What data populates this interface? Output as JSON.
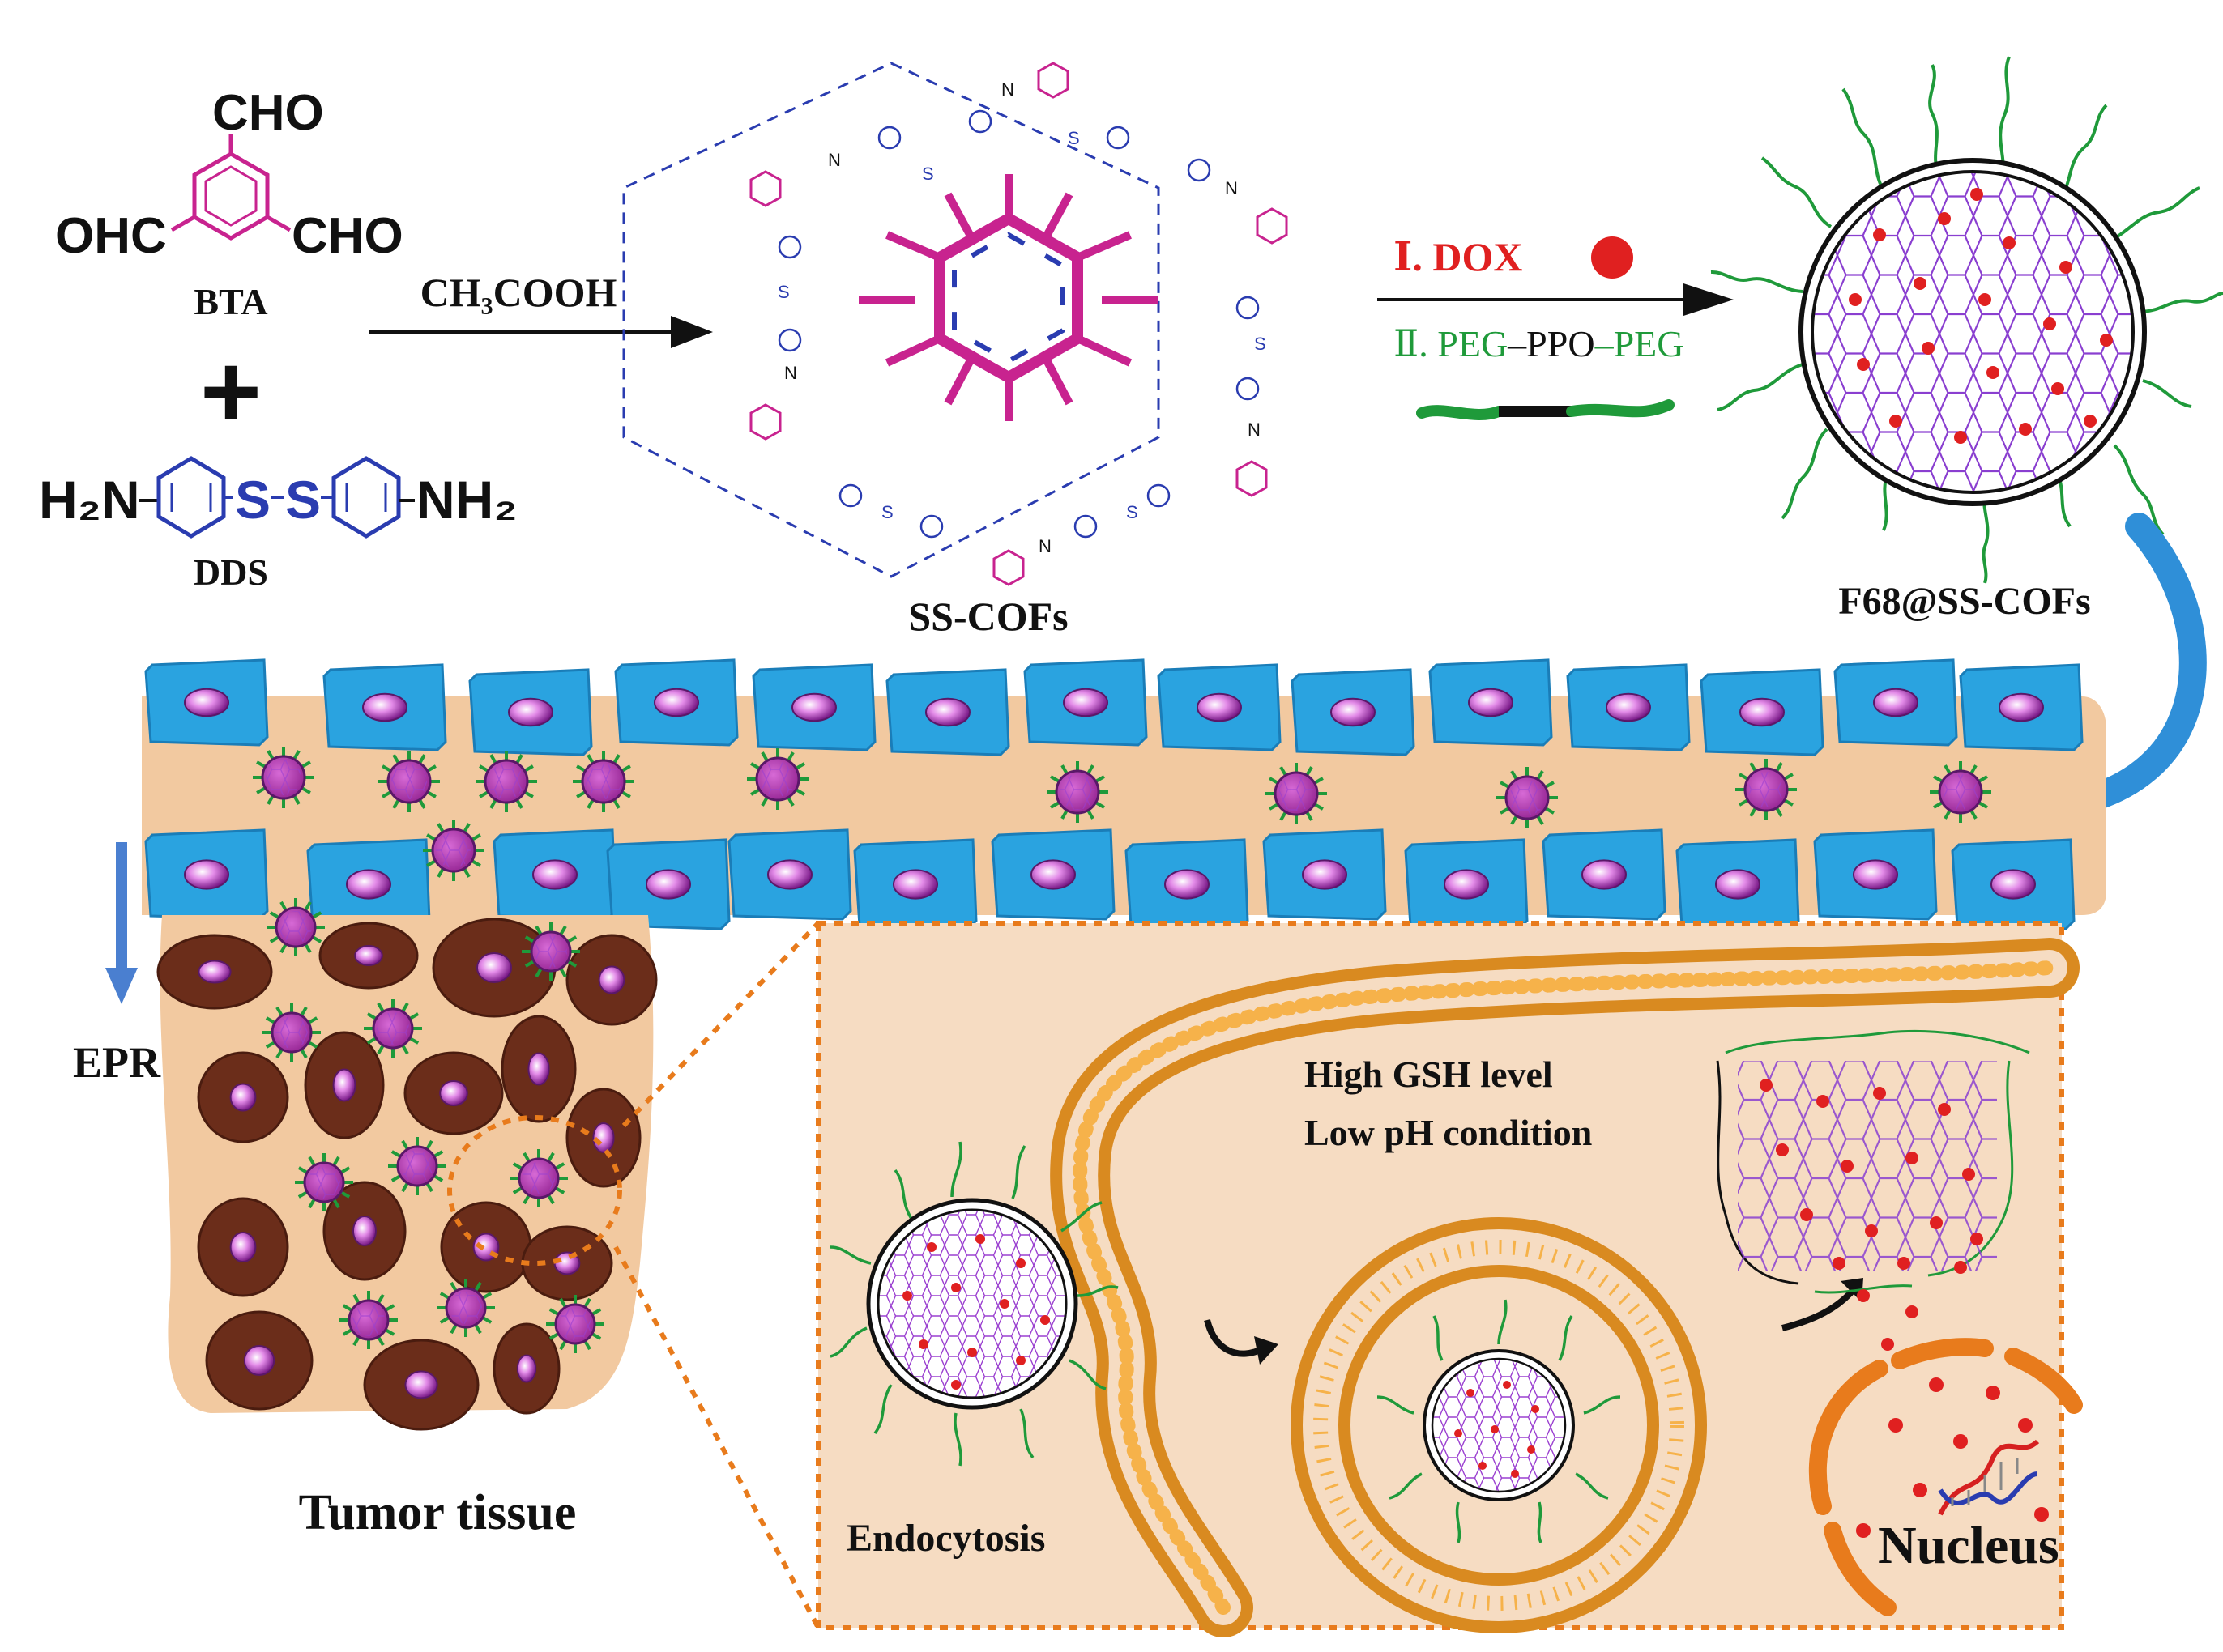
{
  "synthesis": {
    "bta": {
      "cho_top": "CHO",
      "ohc_left": "OHC",
      "cho_right": "CHO",
      "name": "BTA"
    },
    "plus": "+",
    "dds": {
      "h2n": "H₂N",
      "s1": "S",
      "s2": "S",
      "nh2": "NH₂",
      "name": "DDS"
    },
    "reagent": "CH₃COOH",
    "product_label": "SS-COFs",
    "linker_s": "S",
    "linker_n": "N"
  },
  "loading": {
    "step1": "Ⅰ. DOX",
    "step2_prefix": "Ⅱ. ",
    "peg_a": "PEG",
    "ppo": "PPO",
    "peg_b": "PEG",
    "product_label": "F68@SS-COFs"
  },
  "tumor": {
    "epr_label": "EPR",
    "tissue_label": "Tumor tissue"
  },
  "cell": {
    "condition_1": "High GSH level",
    "condition_2": "Low pH condition",
    "endocytosis_label": "Endocytosis",
    "nucleus_label": "Nucleus"
  },
  "colors": {
    "magenta": "#c8238f",
    "blue": "#2a3cb0",
    "dox_red": "#e02020",
    "peg_green": "#1f9a3a",
    "vessel_bg": "#f2c9a0",
    "cell_blue": "#2aa3e0",
    "tumor_brown": "#6b2d1a",
    "membrane_orange": "#f2a53a",
    "arrow_blue": "#2f8fd8"
  }
}
